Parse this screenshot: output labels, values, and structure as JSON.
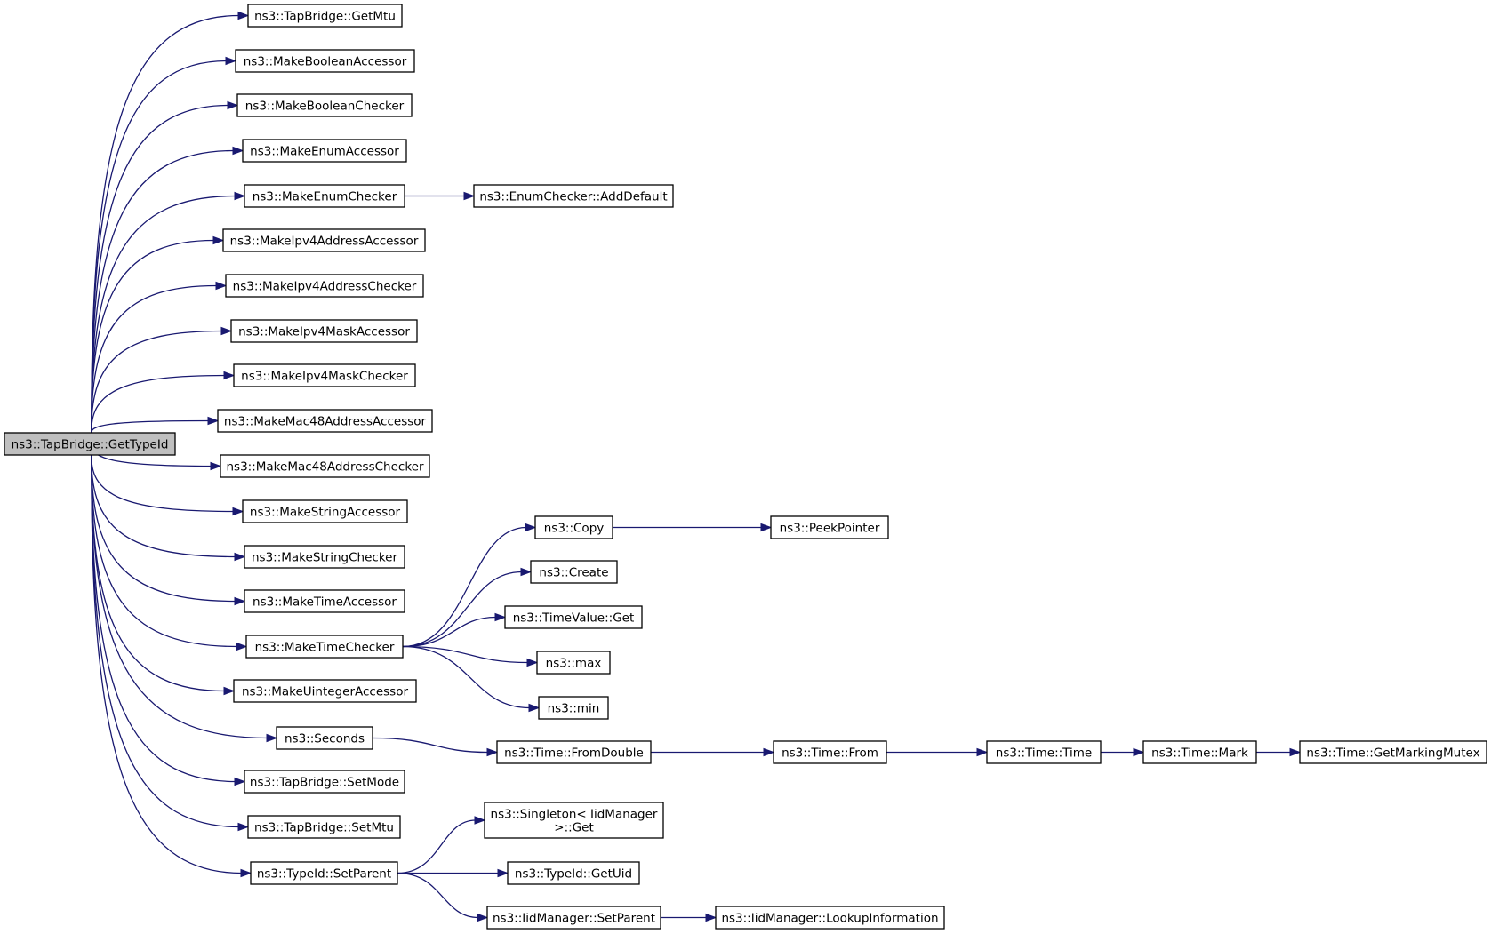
{
  "nodes": [
    {
      "id": "root",
      "label": "ns3::TapBridge::GetTypeId"
    },
    {
      "id": "n_getmtu",
      "label": "ns3::TapBridge::GetMtu"
    },
    {
      "id": "n_mkboolacc",
      "label": "ns3::MakeBooleanAccessor"
    },
    {
      "id": "n_mkboolchk",
      "label": "ns3::MakeBooleanChecker"
    },
    {
      "id": "n_mkenumacc",
      "label": "ns3::MakeEnumAccessor"
    },
    {
      "id": "n_mkenumchk",
      "label": "ns3::MakeEnumChecker"
    },
    {
      "id": "n_enumadddef",
      "label": "ns3::EnumChecker::AddDefault"
    },
    {
      "id": "n_mkip4addracc",
      "label": "ns3::MakeIpv4AddressAccessor"
    },
    {
      "id": "n_mkip4addrchk",
      "label": "ns3::MakeIpv4AddressChecker"
    },
    {
      "id": "n_mkip4maskacc",
      "label": "ns3::MakeIpv4MaskAccessor"
    },
    {
      "id": "n_mkip4maskchk",
      "label": "ns3::MakeIpv4MaskChecker"
    },
    {
      "id": "n_mkmac48acc",
      "label": "ns3::MakeMac48AddressAccessor"
    },
    {
      "id": "n_mkmac48chk",
      "label": "ns3::MakeMac48AddressChecker"
    },
    {
      "id": "n_mkstracc",
      "label": "ns3::MakeStringAccessor"
    },
    {
      "id": "n_mkstrchk",
      "label": "ns3::MakeStringChecker"
    },
    {
      "id": "n_mktimeacc",
      "label": "ns3::MakeTimeAccessor"
    },
    {
      "id": "n_mktimechk",
      "label": "ns3::MakeTimeChecker"
    },
    {
      "id": "n_copy",
      "label": "ns3::Copy"
    },
    {
      "id": "n_peekptr",
      "label": "ns3::PeekPointer"
    },
    {
      "id": "n_create",
      "label": "ns3::Create"
    },
    {
      "id": "n_timevalget",
      "label": "ns3::TimeValue::Get"
    },
    {
      "id": "n_max",
      "label": "ns3::max"
    },
    {
      "id": "n_min",
      "label": "ns3::min"
    },
    {
      "id": "n_mkuintacc",
      "label": "ns3::MakeUintegerAccessor"
    },
    {
      "id": "n_seconds",
      "label": "ns3::Seconds"
    },
    {
      "id": "n_fromdouble",
      "label": "ns3::Time::FromDouble"
    },
    {
      "id": "n_timefrom",
      "label": "ns3::Time::From"
    },
    {
      "id": "n_timetime",
      "label": "ns3::Time::Time"
    },
    {
      "id": "n_timemark",
      "label": "ns3::Time::Mark"
    },
    {
      "id": "n_markmutex",
      "label": "ns3::Time::GetMarkingMutex"
    },
    {
      "id": "n_setmode",
      "label": "ns3::TapBridge::SetMode"
    },
    {
      "id": "n_setmtu",
      "label": "ns3::TapBridge::SetMtu"
    },
    {
      "id": "n_setparent",
      "label": "ns3::TypeId::SetParent"
    },
    {
      "id": "n_singletonget",
      "label": "ns3::Singleton< IidManager\n>::Get"
    },
    {
      "id": "n_getuid",
      "label": "ns3::TypeId::GetUid"
    },
    {
      "id": "n_iidsetparent",
      "label": "ns3::IidManager::SetParent"
    },
    {
      "id": "n_lookupinfo",
      "label": "ns3::IidManager::LookupInformation"
    }
  ],
  "edges": [
    [
      "root",
      "n_getmtu"
    ],
    [
      "root",
      "n_mkboolacc"
    ],
    [
      "root",
      "n_mkboolchk"
    ],
    [
      "root",
      "n_mkenumacc"
    ],
    [
      "root",
      "n_mkenumchk"
    ],
    [
      "root",
      "n_mkip4addracc"
    ],
    [
      "root",
      "n_mkip4addrchk"
    ],
    [
      "root",
      "n_mkip4maskacc"
    ],
    [
      "root",
      "n_mkip4maskchk"
    ],
    [
      "root",
      "n_mkmac48acc"
    ],
    [
      "root",
      "n_mkmac48chk"
    ],
    [
      "root",
      "n_mkstracc"
    ],
    [
      "root",
      "n_mkstrchk"
    ],
    [
      "root",
      "n_mktimeacc"
    ],
    [
      "root",
      "n_mktimechk"
    ],
    [
      "root",
      "n_mkuintacc"
    ],
    [
      "root",
      "n_seconds"
    ],
    [
      "root",
      "n_setmode"
    ],
    [
      "root",
      "n_setmtu"
    ],
    [
      "root",
      "n_setparent"
    ],
    [
      "n_mkenumchk",
      "n_enumadddef"
    ],
    [
      "n_mktimechk",
      "n_copy"
    ],
    [
      "n_mktimechk",
      "n_create"
    ],
    [
      "n_mktimechk",
      "n_timevalget"
    ],
    [
      "n_mktimechk",
      "n_max"
    ],
    [
      "n_mktimechk",
      "n_min"
    ],
    [
      "n_copy",
      "n_peekptr"
    ],
    [
      "n_seconds",
      "n_fromdouble"
    ],
    [
      "n_fromdouble",
      "n_timefrom"
    ],
    [
      "n_timefrom",
      "n_timetime"
    ],
    [
      "n_timetime",
      "n_timemark"
    ],
    [
      "n_timemark",
      "n_markmutex"
    ],
    [
      "n_setparent",
      "n_singletonget"
    ],
    [
      "n_setparent",
      "n_getuid"
    ],
    [
      "n_setparent",
      "n_iidsetparent"
    ],
    [
      "n_iidsetparent",
      "n_lookupinfo"
    ]
  ],
  "colors": {
    "edge": "#191970",
    "root_fill": "#bfbfbf",
    "node_fill": "#ffffff",
    "border": "#000000"
  }
}
